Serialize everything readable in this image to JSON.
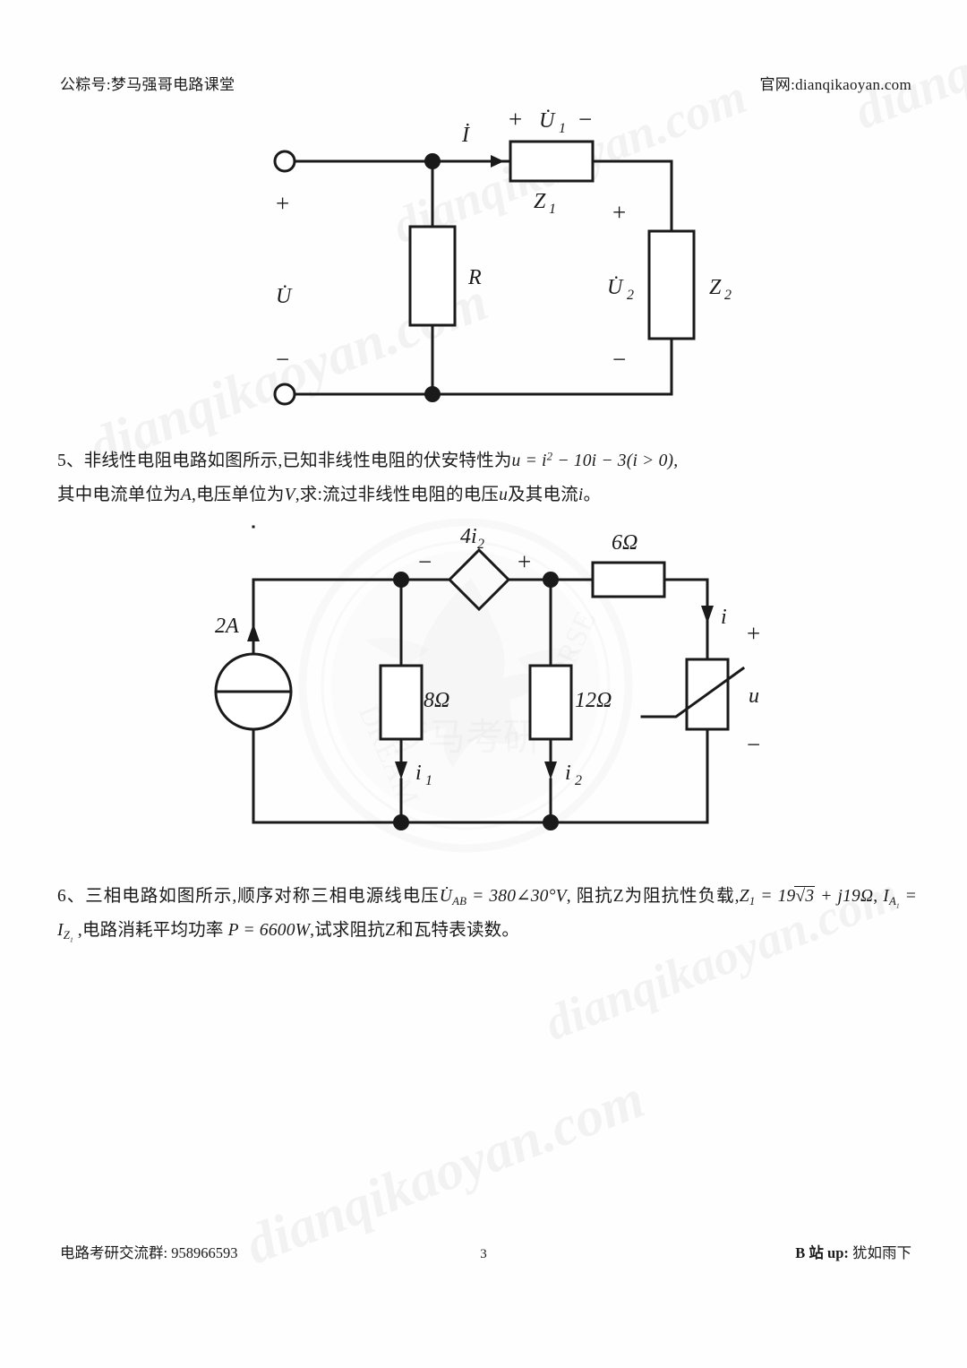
{
  "header": {
    "left": "公粽号:梦马强哥电路课堂",
    "right": "官网:dianqikaoyan.com"
  },
  "footer": {
    "left": "电路考研交流群: 958966593",
    "page_number": "3",
    "right_label": "B 站 up:",
    "right_name": "犹如雨下"
  },
  "watermark": {
    "diagonal_text": "dianqikaoyan.com",
    "seal_text_cn": "梦马考研",
    "seal_text_en_top": "DREAM",
    "seal_text_en_bottom": "HORSE",
    "color": "#000000"
  },
  "questions": [
    {
      "number": "5、",
      "line1_a": "非线性电阻电路如图所示,已知非线性电阻的伏安特性为",
      "line1_math": "u = i² − 10i − 3(i > 0),",
      "line2_a": "其中电流单位为",
      "line2_unit_a": "A",
      "line2_b": ",电压单位为",
      "line2_unit_b": "V",
      "line2_c": ",求:流过非线性电阻的电压",
      "line2_var_u": "u",
      "line2_d": "及其电流",
      "line2_var_i": "i",
      "line2_e": "。"
    },
    {
      "number": "6、",
      "text_a": "三相电路如图所示,顺序对称三相电源线电压",
      "math_uab": "U̇_AB = 380∠30°V",
      "text_b": ", 阻抗Z为阻抗性负载,",
      "math_z1": "Z₁ = 19√3 + j19Ω",
      "text_c": ",",
      "math_ia": "I_A₁ = I_Z₁",
      "text_d": ",电路消耗平均功率",
      "math_p": "P = 6600W",
      "text_e": ",试求阻抗Z和瓦特表读数。"
    }
  ],
  "circuit1": {
    "name": "two-port-impedance-network",
    "labels": {
      "source_plus": "+",
      "source_minus": "−",
      "source_voltage": "U̇",
      "current": "İ",
      "z1_plus": "+",
      "z1_minus": "−",
      "z1_voltage": "U̇",
      "z1_voltage_sub": "1",
      "z1_name": "Z",
      "z1_name_sub": "1",
      "r_name": "R",
      "z2_plus": "+",
      "z2_minus": "−",
      "z2_voltage": "U̇",
      "z2_voltage_sub": "2",
      "z2_name": "Z",
      "z2_name_sub": "2"
    }
  },
  "circuit2": {
    "name": "nonlinear-resistor-network",
    "labels": {
      "current_source": "2A",
      "dependent_source": "4i",
      "dependent_source_sub": "2",
      "dep_minus": "−",
      "dep_plus": "+",
      "r8": "8Ω",
      "r12": "12Ω",
      "r6": "6Ω",
      "i1": "i",
      "i1_sub": "1",
      "i2": "i",
      "i2_sub": "2",
      "i_out": "i",
      "u_plus": "+",
      "u_minus": "−",
      "u_label": "u"
    }
  }
}
